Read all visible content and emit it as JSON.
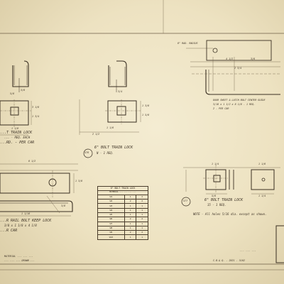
{
  "views": {
    "top_left": {
      "title": "...T TRAIN LOCK",
      "sub1": "... - REQ. EACH",
      "sub2": "...RD. - PER CAR",
      "dims": [
        "3 1/8",
        "1 3/4",
        "1 1/8",
        "3/8",
        "5/8"
      ]
    },
    "top_center": {
      "title": "6\" BOLT TRAIN LOCK",
      "sub": "N - 1 REQ.",
      "dims": [
        "1 3/8",
        "1 5/8",
        "1 1/8",
        "3/4",
        "2 1/2"
      ],
      "bubble": "576"
    },
    "top_right": {
      "note": "6\" RAD. RADIUS",
      "caption1": "DOOR SHEET & LATCH BOLT CENTER GUIDE",
      "caption2": "3/16 x 1 1/2 x 8 1/8 - 1 REQ.",
      "caption3": "2 - PER CAR",
      "dims": [
        "4 1/2",
        "3/8",
        "2 3/4"
      ]
    },
    "bottom_left": {
      "title": "...R RAIL BOLT KEEP LOCK",
      "sub1": "3/8 x 1 1/8 x 4 1/8",
      "sub2": "...R CAR",
      "dims": [
        "6 1/2",
        "1 3/8",
        "3/8",
        "1 1/16"
      ]
    },
    "bottom_right": {
      "title": "6\" BOLT TRAIN LOCK",
      "sub": "15 - 1 REQ.",
      "note": "NOTE - All holes 5/16 dia. except as shown.",
      "bubble": "577",
      "dims": [
        "1 1/4",
        "1 1/8",
        "5/8",
        "1 1/4"
      ]
    }
  },
  "schedule": {
    "header": "6\" BOLT TRAIN LOCK",
    "subheader": "MATERIAL ... ... ... ...",
    "rows": [
      [
        "W1",
        "1",
        "2"
      ],
      [
        "W2",
        "2",
        "2"
      ],
      [
        "W3",
        "1",
        "1"
      ],
      [
        "W4",
        "1",
        "1"
      ],
      [
        "W5",
        "1",
        "1"
      ],
      [
        "W6",
        "2",
        "2"
      ],
      [
        "W7",
        "1",
        "1"
      ],
      [
        "W8",
        "1",
        "1"
      ],
      [
        "W9",
        "2",
        "2"
      ],
      [
        "W10",
        "1",
        "1"
      ]
    ]
  },
  "stamps": {
    "left_line1": "MATERIAL ... ... ...",
    "left_line2": "... ... ... DRAWN ...",
    "right_small": "... ... ...",
    "right_code": "C.B.& Q. - 2021 - 5102"
  }
}
